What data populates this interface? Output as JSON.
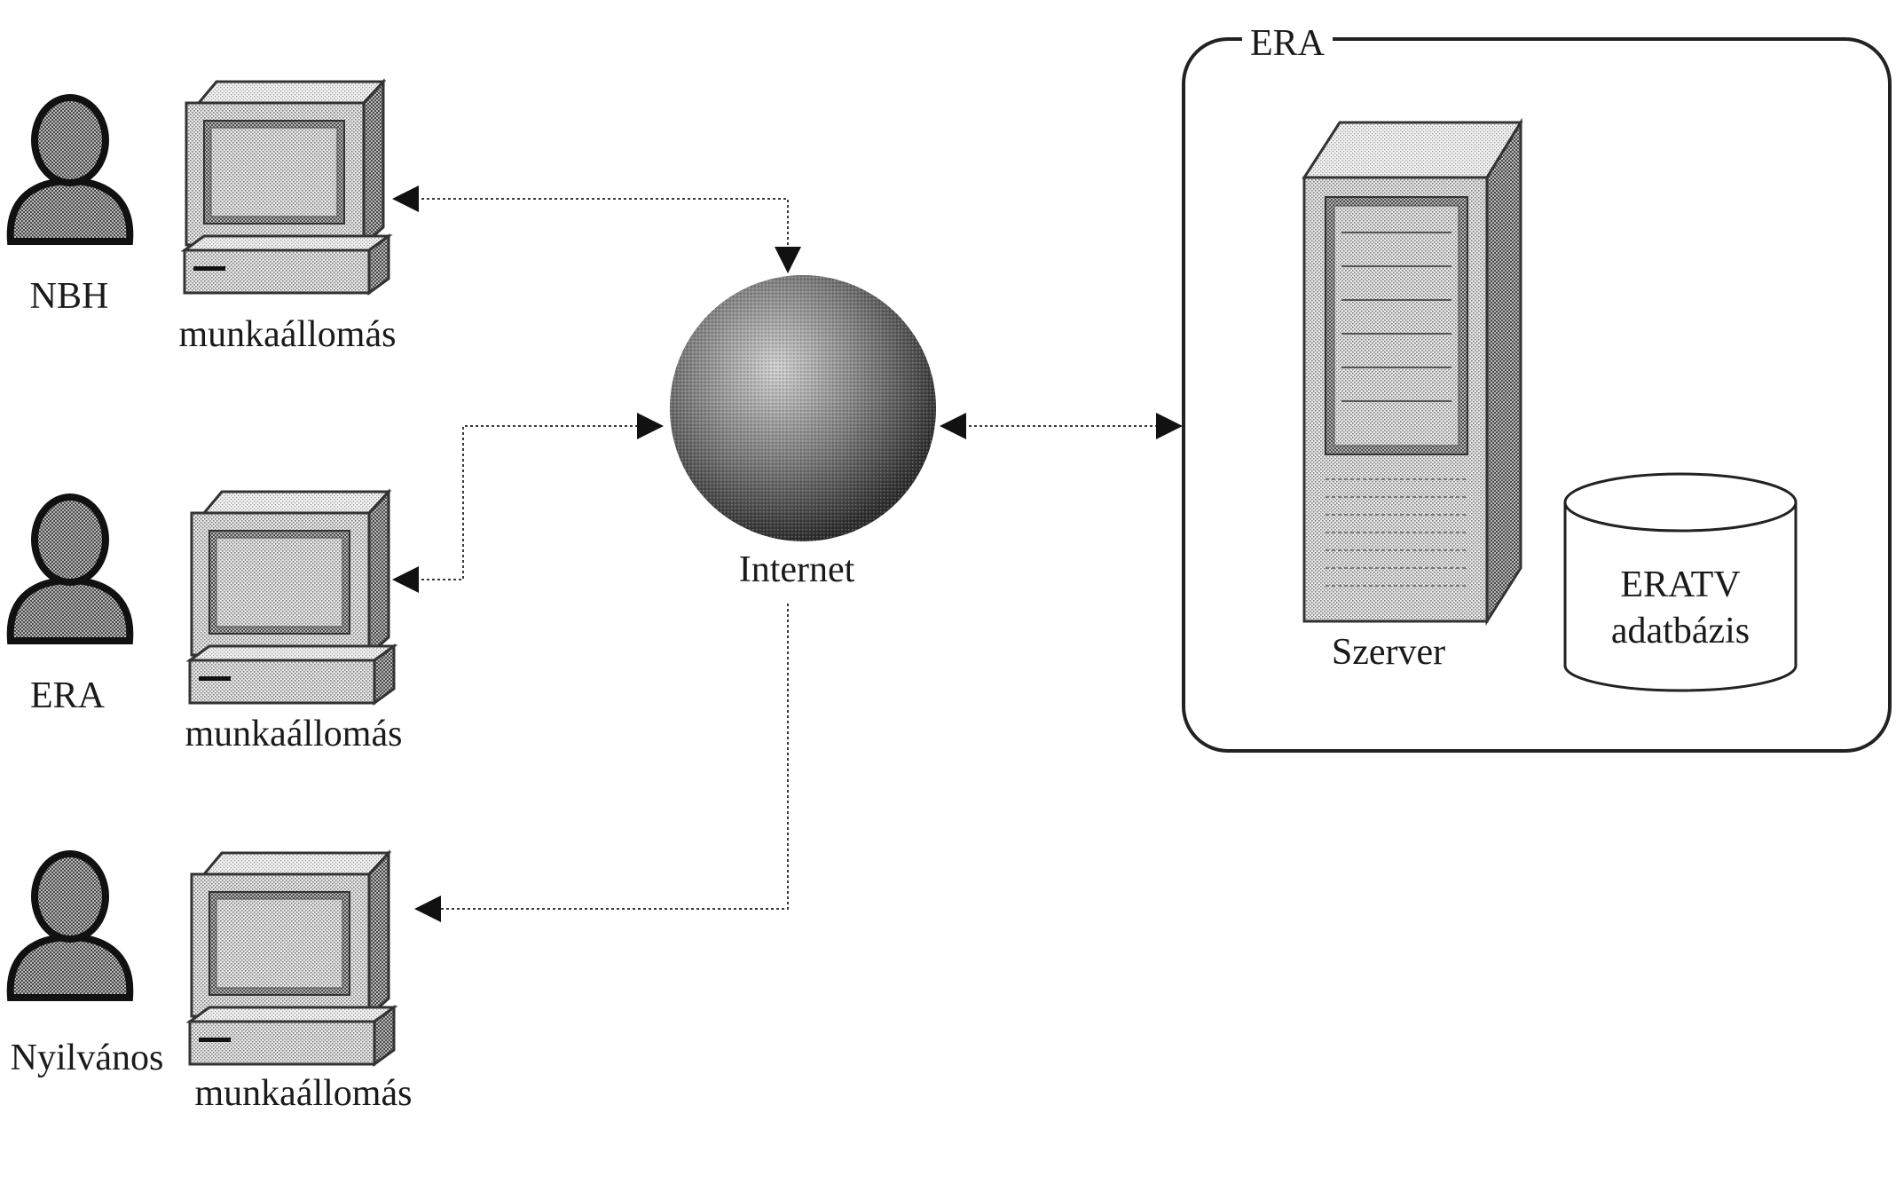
{
  "users": [
    {
      "label": "NBH",
      "workstation_label": "munkaállomás"
    },
    {
      "label": "ERA",
      "workstation_label": "munkaállomás"
    },
    {
      "label": "Nyilvános",
      "workstation_label": "munkaállomás"
    }
  ],
  "internet": {
    "label": "Internet"
  },
  "era_group": {
    "title": "ERA",
    "server_label": "Szerver",
    "database_label_line1": "ERATV",
    "database_label_line2": "adatbázis"
  }
}
